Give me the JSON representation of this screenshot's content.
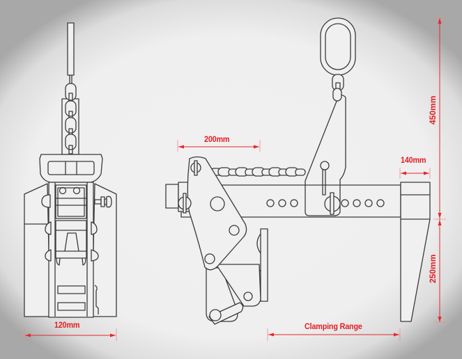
{
  "diagram": {
    "subject": "plate clamp technical drawing",
    "views": [
      "front-view",
      "side-view"
    ],
    "line_color": "#3a3a3a",
    "dimension_color": "#e31e24",
    "dimensions": {
      "width_front": "120mm",
      "jaw_offset": "200mm",
      "jaw_width": "140mm",
      "upper_height": "450mm",
      "jaw_depth": "250mm",
      "clamping_range": "Clamping Range"
    }
  }
}
